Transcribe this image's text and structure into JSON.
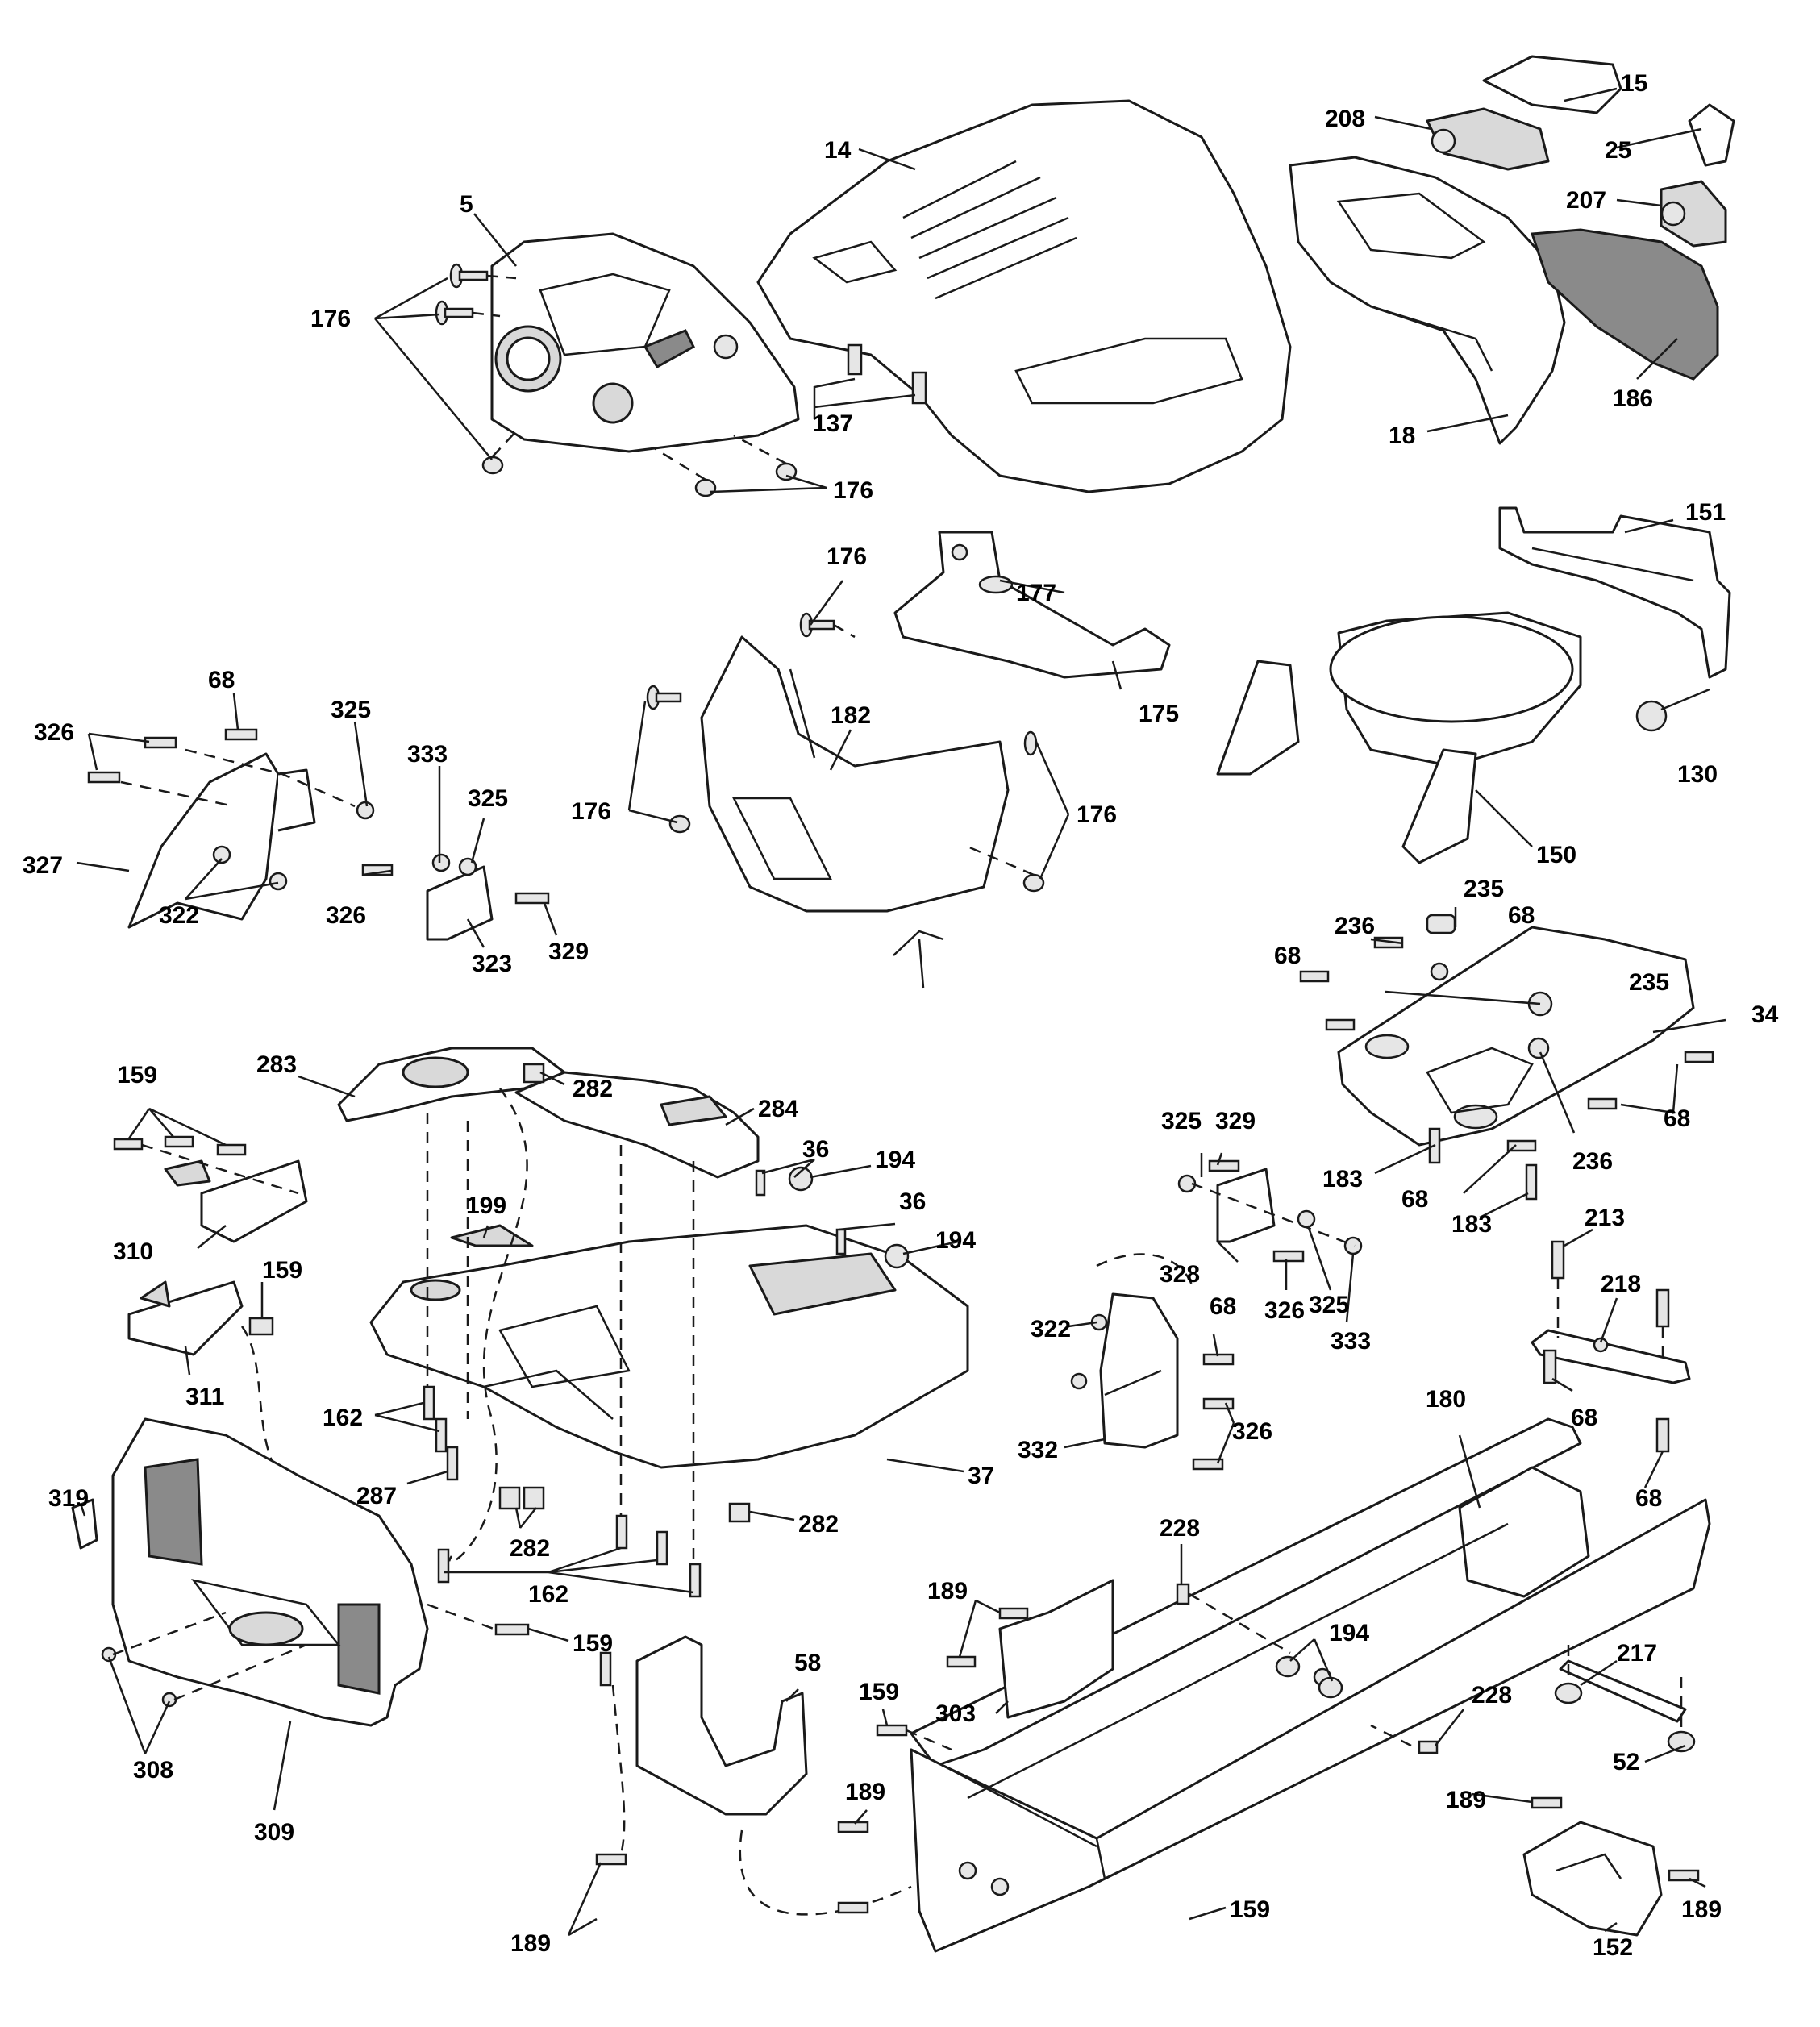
{
  "callouts": [
    {
      "id": "c5",
      "label": "5"
    },
    {
      "id": "c14",
      "label": "14"
    },
    {
      "id": "c15",
      "label": "15"
    },
    {
      "id": "c25",
      "label": "25"
    },
    {
      "id": "c208",
      "label": "208"
    },
    {
      "id": "c207",
      "label": "207"
    },
    {
      "id": "c186",
      "label": "186"
    },
    {
      "id": "c18",
      "label": "18"
    },
    {
      "id": "c137",
      "label": "137"
    },
    {
      "id": "c176a",
      "label": "176"
    },
    {
      "id": "c176b",
      "label": "176"
    },
    {
      "id": "c176c",
      "label": "176"
    },
    {
      "id": "c176d",
      "label": "176"
    },
    {
      "id": "c176e",
      "label": "176"
    },
    {
      "id": "c177",
      "label": "177"
    },
    {
      "id": "c175",
      "label": "175"
    },
    {
      "id": "c182",
      "label": "182"
    },
    {
      "id": "c151",
      "label": "151"
    },
    {
      "id": "c130",
      "label": "130"
    },
    {
      "id": "c150",
      "label": "150"
    },
    {
      "id": "c68a",
      "label": "68"
    },
    {
      "id": "c326a",
      "label": "326"
    },
    {
      "id": "c325a",
      "label": "325"
    },
    {
      "id": "c333a",
      "label": "333"
    },
    {
      "id": "c325b",
      "label": "325"
    },
    {
      "id": "c327",
      "label": "327"
    },
    {
      "id": "c322a",
      "label": "322"
    },
    {
      "id": "c326b",
      "label": "326"
    },
    {
      "id": "c323",
      "label": "323"
    },
    {
      "id": "c329a",
      "label": "329"
    },
    {
      "id": "c235a",
      "label": "235"
    },
    {
      "id": "c236a",
      "label": "236"
    },
    {
      "id": "c68b",
      "label": "68"
    },
    {
      "id": "c68c",
      "label": "68"
    },
    {
      "id": "c235b",
      "label": "235"
    },
    {
      "id": "c34",
      "label": "34"
    },
    {
      "id": "c68d",
      "label": "68"
    },
    {
      "id": "c236b",
      "label": "236"
    },
    {
      "id": "c183a",
      "label": "183"
    },
    {
      "id": "c68e",
      "label": "68"
    },
    {
      "id": "c183b",
      "label": "183"
    },
    {
      "id": "c159a",
      "label": "159"
    },
    {
      "id": "c283",
      "label": "283"
    },
    {
      "id": "c282a",
      "label": "282"
    },
    {
      "id": "c284",
      "label": "284"
    },
    {
      "id": "c36a",
      "label": "36"
    },
    {
      "id": "c194a",
      "label": "194"
    },
    {
      "id": "c36b",
      "label": "36"
    },
    {
      "id": "c194b",
      "label": "194"
    },
    {
      "id": "c199",
      "label": "199"
    },
    {
      "id": "c310",
      "label": "310"
    },
    {
      "id": "c159b",
      "label": "159"
    },
    {
      "id": "c311",
      "label": "311"
    },
    {
      "id": "c162a",
      "label": "162"
    },
    {
      "id": "c287",
      "label": "287"
    },
    {
      "id": "c37",
      "label": "37"
    },
    {
      "id": "c282b",
      "label": "282"
    },
    {
      "id": "c282c",
      "label": "282"
    },
    {
      "id": "c162b",
      "label": "162"
    },
    {
      "id": "c319",
      "label": "319"
    },
    {
      "id": "c159c",
      "label": "159"
    },
    {
      "id": "c308",
      "label": "308"
    },
    {
      "id": "c309",
      "label": "309"
    },
    {
      "id": "c325c",
      "label": "325"
    },
    {
      "id": "c329b",
      "label": "329"
    },
    {
      "id": "c328",
      "label": "328"
    },
    {
      "id": "c326c",
      "label": "326"
    },
    {
      "id": "c325d",
      "label": "325"
    },
    {
      "id": "c333b",
      "label": "333"
    },
    {
      "id": "c322b",
      "label": "322"
    },
    {
      "id": "c68f",
      "label": "68"
    },
    {
      "id": "c326d",
      "label": "326"
    },
    {
      "id": "c332",
      "label": "332"
    },
    {
      "id": "c213",
      "label": "213"
    },
    {
      "id": "c218",
      "label": "218"
    },
    {
      "id": "c68g",
      "label": "68"
    },
    {
      "id": "c68h",
      "label": "68"
    },
    {
      "id": "c180",
      "label": "180"
    },
    {
      "id": "c228a",
      "label": "228"
    },
    {
      "id": "c194c",
      "label": "194"
    },
    {
      "id": "c228b",
      "label": "228"
    },
    {
      "id": "c189a",
      "label": "189"
    },
    {
      "id": "c303",
      "label": "303"
    },
    {
      "id": "c58",
      "label": "58"
    },
    {
      "id": "c159d",
      "label": "159"
    },
    {
      "id": "c189b",
      "label": "189"
    },
    {
      "id": "c189c",
      "label": "189"
    },
    {
      "id": "c159e",
      "label": "159"
    },
    {
      "id": "c217",
      "label": "217"
    },
    {
      "id": "c52",
      "label": "52"
    },
    {
      "id": "c189d",
      "label": "189"
    },
    {
      "id": "c189e",
      "label": "189"
    },
    {
      "id": "c152",
      "label": "152"
    }
  ]
}
